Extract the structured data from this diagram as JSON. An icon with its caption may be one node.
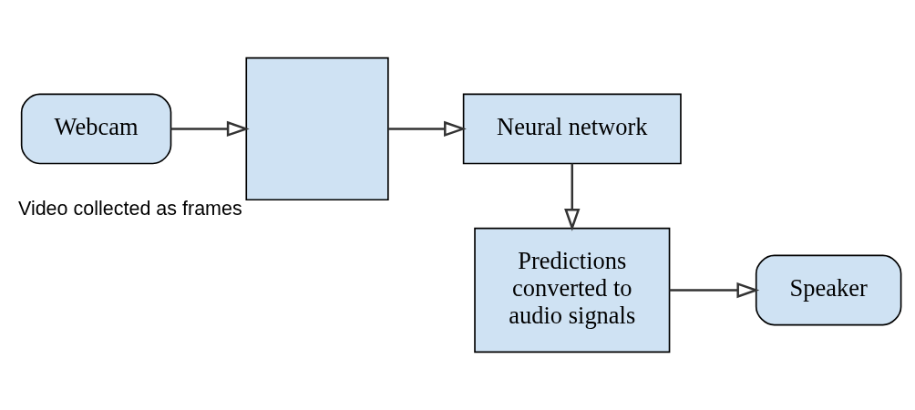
{
  "diagram": {
    "nodes": [
      {
        "text": [
          "Webcam"
        ]
      },
      {
        "text": [],
        "shape": "box",
        "beside": [
          "Video collected as frames"
        ]
      },
      {
        "text": [
          "Neural network"
        ]
      },
      {
        "text": [
          "Predictions converted to audio signals"
        ]
      },
      {
        "text": [
          "Speaker"
        ]
      }
    ],
    "edges": [
      {
        "from": 0,
        "to": 1,
        "arrow": "to"
      },
      {
        "from": 1,
        "to": 2,
        "arrow": "to"
      },
      {
        "from": 2,
        "to": 3,
        "arrow": "to"
      },
      {
        "from": 3,
        "to": 4,
        "arrow": "to"
      }
    ]
  }
}
